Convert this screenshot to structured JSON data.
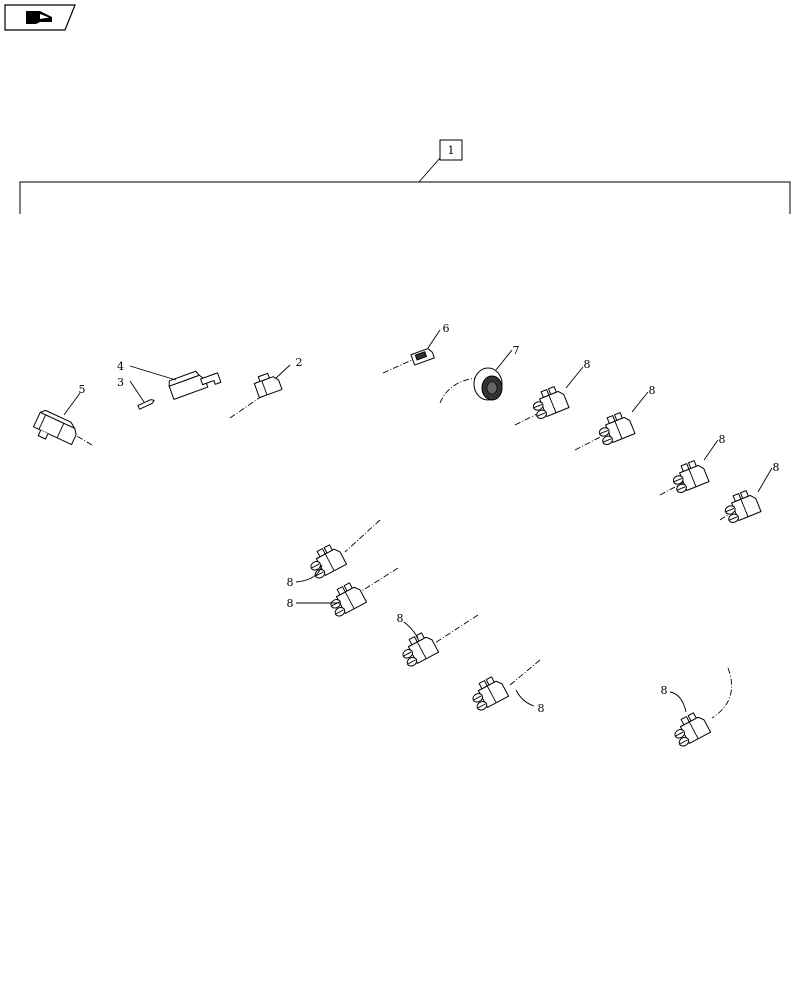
{
  "nav_icon": {
    "name": "hand-pointer-icon"
  },
  "assembly_callout": "1",
  "callouts": [
    {
      "id": "c2",
      "label": "2"
    },
    {
      "id": "c3",
      "label": "3"
    },
    {
      "id": "c4",
      "label": "4"
    },
    {
      "id": "c5",
      "label": "5"
    },
    {
      "id": "c6",
      "label": "6"
    },
    {
      "id": "c7",
      "label": "7"
    },
    {
      "id": "c8a",
      "label": "8"
    },
    {
      "id": "c8b",
      "label": "8"
    },
    {
      "id": "c8c",
      "label": "8"
    },
    {
      "id": "c8d",
      "label": "8"
    },
    {
      "id": "c8e",
      "label": "8"
    },
    {
      "id": "c8f",
      "label": "8"
    },
    {
      "id": "c8g",
      "label": "8"
    },
    {
      "id": "c8h",
      "label": "8"
    },
    {
      "id": "c8i",
      "label": "8"
    }
  ]
}
